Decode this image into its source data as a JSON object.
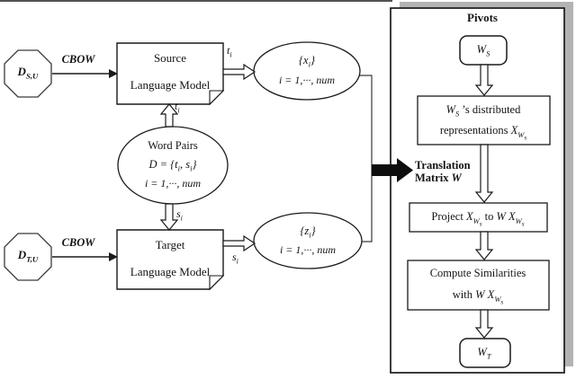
{
  "colors": {
    "ink": "#1a1a1a",
    "solid_arrow": "#0d0d0d",
    "panel_shadow": "#b3b3b3",
    "background": "#ffffff"
  },
  "left": {
    "corpus_source": {
      "base": "D",
      "sub": "S,U"
    },
    "cbow_source": "CBOW",
    "source_lm": {
      "line1": "Source",
      "line2": "Language Model"
    },
    "ti_pair_label": {
      "base": "t",
      "sub": "i"
    },
    "word_pairs": {
      "title": "Word Pairs",
      "eq_pre": "D",
      "eq_mid": " = {",
      "t_base": "t",
      "t_sub": "i",
      "eq_sep": ", ",
      "s_base": "s",
      "s_sub": "i",
      "eq_post": "}",
      "range": "i = 1,···, num"
    },
    "si_pair_label": {
      "base": "s",
      "sub": "i"
    },
    "corpus_target": {
      "base": "D",
      "sub": "T,U"
    },
    "cbow_target": "CBOW",
    "target_lm": {
      "line1": "Target",
      "line2": "Language Model"
    },
    "ti_flow_label": {
      "base": "t",
      "sub": "i"
    },
    "x_set": {
      "open": "{",
      "base": "x",
      "sub": "i",
      "close": "}",
      "range": "i = 1,···, num"
    },
    "si_flow_label": {
      "base": "s",
      "sub": "i"
    },
    "z_set": {
      "open": "{",
      "base": "z",
      "sub": "i",
      "close": "}",
      "range": "i = 1,···, num"
    }
  },
  "translation": {
    "line1": "Translation",
    "line2_pre": "Matrix ",
    "line2_w": "W"
  },
  "panel": {
    "title": "Pivots",
    "ws_node": {
      "base": "W",
      "sub": "S"
    },
    "repr_box": {
      "w_base": "W",
      "w_sub": "S",
      "line1_rest": " ’s distributed",
      "line2_pre": "representations ",
      "x_base": "X",
      "x_sub": "W",
      "x_subsub": "s"
    },
    "project_box": {
      "pre": "Project ",
      "x1_base": "X",
      "x1_sub": "W",
      "x1_subsub": "s",
      "mid": " to ",
      "w": "W ",
      "x2_base": "X",
      "x2_sub": "W",
      "x2_subsub": "s"
    },
    "compute_box": {
      "line1": "Compute Similarities",
      "line2_pre": "with ",
      "w": "W ",
      "x_base": "X",
      "x_sub": "W",
      "x_subsub": "s"
    },
    "wt_node": {
      "base": "W",
      "sub": "T"
    }
  }
}
